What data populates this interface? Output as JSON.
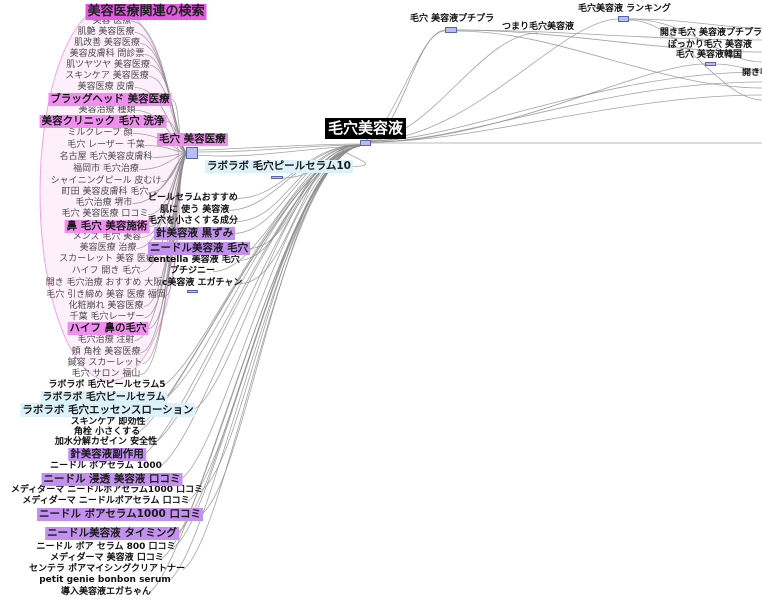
{
  "graph": {
    "central_keyword": "毛穴美容液",
    "top_keywords": [
      "毛穴 美容液プチプラ",
      "つまり毛穴美容液",
      "毛穴美容液 ランキング",
      "開き毛穴 美容液プチプラ",
      "ぽっかり毛穴 美容液",
      "毛穴 美容液韓国",
      "開き毛"
    ],
    "cluster_title": "美容医療関連の検索",
    "hub_keyword": "毛穴 美容医療",
    "cluster_keywords": [
      "美容 医療",
      "肌艶 美容医療",
      "肌改善 美容医療",
      "美容皮膚科 問診票",
      "肌ツヤツヤ 美容医療",
      "スキンケア 美容医療",
      "美容医療 皮膚",
      "ブラッグヘッド 美容医療",
      "美容治療 種類",
      "美容クリニック 毛穴 洗浄",
      "ミルクレープ 顔",
      "毛穴 レーザー 千葉",
      "名古屋 毛穴美容皮膚科",
      "福岡市 毛穴治療",
      "シャイニングピール 皮むけ",
      "町田 美容皮膚科 毛穴",
      "毛穴治療 堺市",
      "毛穴 美容医療 口コミ",
      "鼻 毛穴 美容施術",
      "メンズ 毛穴 美容",
      "美容医療 治療",
      "スカーレット 美容 医療",
      "ハイフ 開き 毛穴",
      "開き 毛穴治療 おすすめ 大阪",
      "毛穴 引き締め 美容 医療 福岡",
      "化粧崩れ 美容医療",
      "千葉 毛穴レーザー",
      "ハイフ 鼻の毛穴",
      "毛穴治療 注射",
      "頬 角栓 美容医療",
      "鍼容 スカーレット",
      "毛穴 サロン 福山"
    ],
    "mid_keywords": [
      "ラボラボ 毛穴ピールセラム10",
      "ピールセラムおすすめ",
      "肌に 使う 美容液",
      "毛穴を小さくする成分",
      "針美容液 黒ずみ",
      "ニードル美容液 毛穴",
      "centella 美容液 毛穴",
      "プチジニー",
      "c美容液 エガチャン"
    ],
    "bottom_keywords": [
      "ラボラボ 毛穴ピールセラム5",
      "ラボラボ 毛穴ピールセラム",
      "ラボラボ 毛穴エッセンスローション",
      "スキンケア 即効性",
      "角栓 小さくする",
      "加水分解カゼイン 安全性",
      "針美容液副作用",
      "ニードル ボアセラム 1000",
      "ニードル 浸透 美容液 口コミ",
      "メディダーマ ニードルボアセラム1000 口コミ",
      "メディダーマ ニードルボアセラム 口コミ",
      "ニードル ボアセラム1000 口コミ",
      "ニードル美容液 タイミング",
      "ニードル ボア セラム 800 口コミ",
      "メディダーマ 美容液 口コミ",
      "センテラ ポアマイシングクリアトナー",
      "petit genie bonbon serum",
      "導入美容液エガちゃん"
    ]
  },
  "colors": {
    "title_bg": "#e35be3",
    "beauty_medical_bg": "#f08ef0",
    "needle_bg": "#c490f0",
    "laboralabo_bg": "#dcf2fa",
    "central_bg": "#000000",
    "central_text": "#ffffff",
    "node_fill": "#b7bdf0",
    "node_stroke": "#5a64a8",
    "cluster_fill": "#fdf0fb",
    "cluster_stroke": "#f2a2ec",
    "edge": "#8c8c8c"
  }
}
